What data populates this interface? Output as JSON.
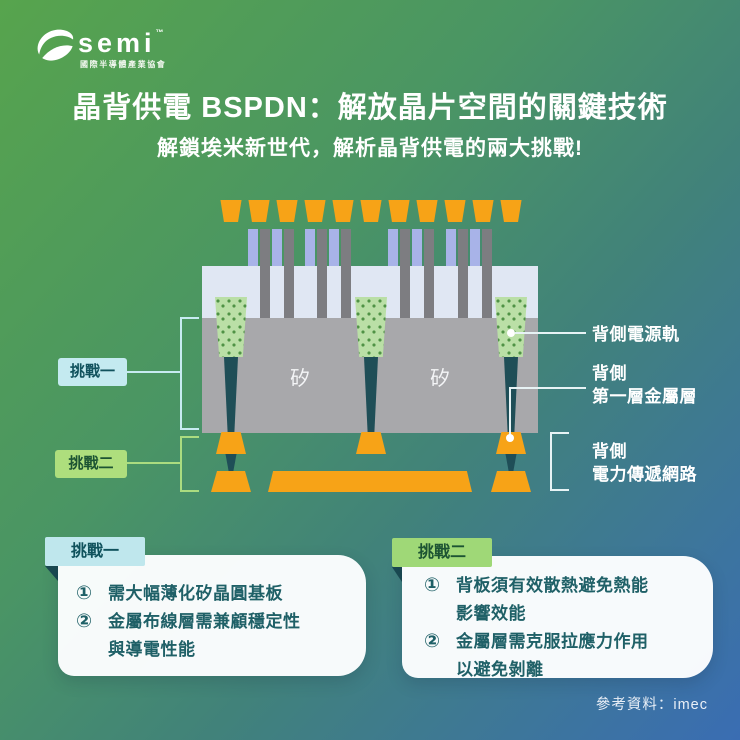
{
  "logo": {
    "brand": "semi",
    "tm": "™",
    "tagline": "國際半導體產業協會"
  },
  "header": {
    "title": "晶背供電 BSPDN：解放晶片空間的關鍵技術",
    "subtitle": "解鎖埃米新世代，解析晶背供電的兩大挑戰!"
  },
  "diagram": {
    "silicon_label_1": "矽",
    "silicon_label_2": "矽",
    "left_tags": [
      {
        "label": "挑戰一"
      },
      {
        "label": "挑戰二"
      }
    ],
    "right_labels": {
      "power_rail": "背側電源軌",
      "metal1": "背側\n第一層金屬層",
      "pdn": "背側\n電力傳遞網路"
    }
  },
  "callouts": [
    {
      "tab": "挑戰一",
      "items": [
        {
          "num": "①",
          "text": "需大幅薄化矽晶圓基板"
        },
        {
          "num": "②",
          "text": "金屬布線層需兼顧穩定性\n與導電性能"
        }
      ]
    },
    {
      "tab": "挑戰二",
      "items": [
        {
          "num": "①",
          "text": "背板須有效散熱避免熱能\n影響效能"
        },
        {
          "num": "②",
          "text": "金屬層需克服拉應力作用\n以避免剝離"
        }
      ]
    }
  ],
  "footer": {
    "reference": "參考資料：imec"
  },
  "colors": {
    "gradient_start": "#57a44d",
    "gradient_end": "#3a6db3",
    "orange": "#f7a317",
    "silicon_gray": "#a8a8ab",
    "device_layer": "#e0e7f3",
    "fin_lavender": "#a8b3e8",
    "pillar_gray": "#7d7d81",
    "tsv_green": "#badfa6",
    "via_teal": "#1f4e57",
    "tag1_bg": "#c4eaf0",
    "tag2_bg": "#aede7d"
  }
}
